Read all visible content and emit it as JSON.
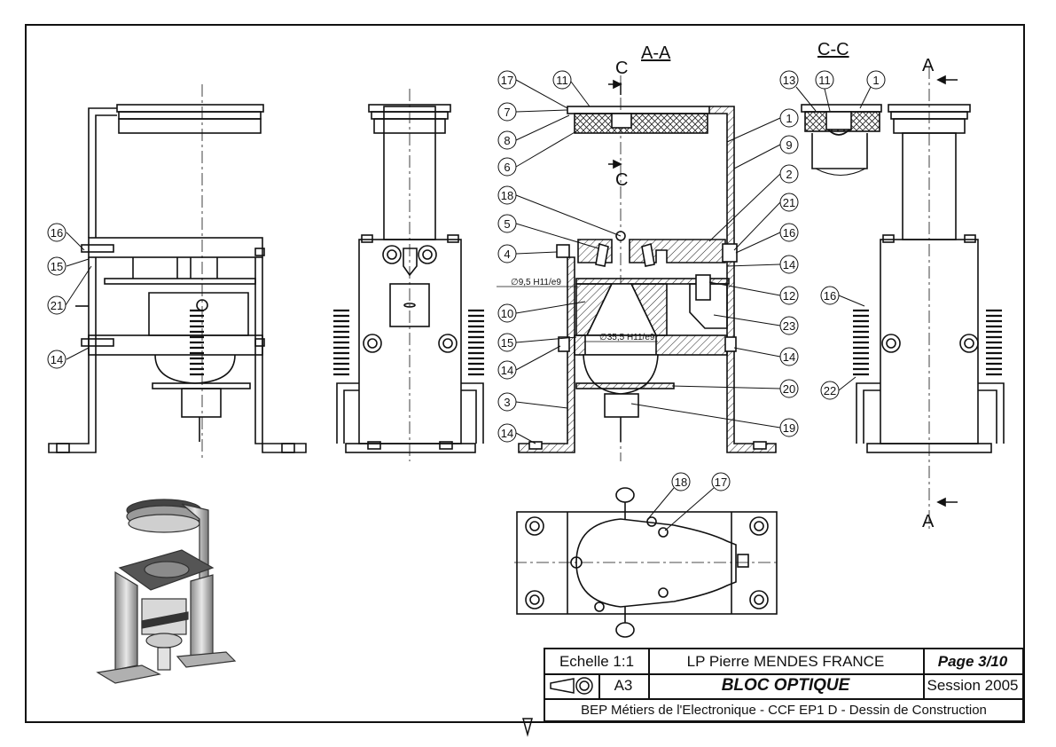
{
  "views": {
    "section_aa": "A-A",
    "section_cc": "C-C",
    "cut_letter_c_top": "C",
    "cut_letter_c_bottom": "C",
    "cut_letter_a_top": "A",
    "cut_letter_a_bottom": "A"
  },
  "dimensions": {
    "d1": "∅9,5 H11/e9",
    "d2": "∅35,5 H11/e9"
  },
  "callouts": {
    "v1": [
      "16",
      "15",
      "21",
      "14"
    ],
    "aa_left": [
      "17",
      "11",
      "7",
      "8",
      "6",
      "18",
      "5",
      "4",
      "10",
      "15",
      "14",
      "3",
      "14"
    ],
    "aa_right": [
      "1",
      "9",
      "2",
      "21",
      "16",
      "14",
      "12",
      "23",
      "14",
      "20",
      "19"
    ],
    "cc": [
      "13",
      "11",
      "1"
    ],
    "right": [
      "16",
      "22"
    ],
    "top": [
      "18",
      "17"
    ]
  },
  "title_block": {
    "scale": "Echelle 1:1",
    "school": "LP Pierre MENDES FRANCE",
    "page": "Page 3/10",
    "format": "A3",
    "title": "BLOC OPTIQUE",
    "session": "Session 2005",
    "course": "BEP Métiers de l'Electronique - CCF EP1 D - Dessin de Construction"
  }
}
